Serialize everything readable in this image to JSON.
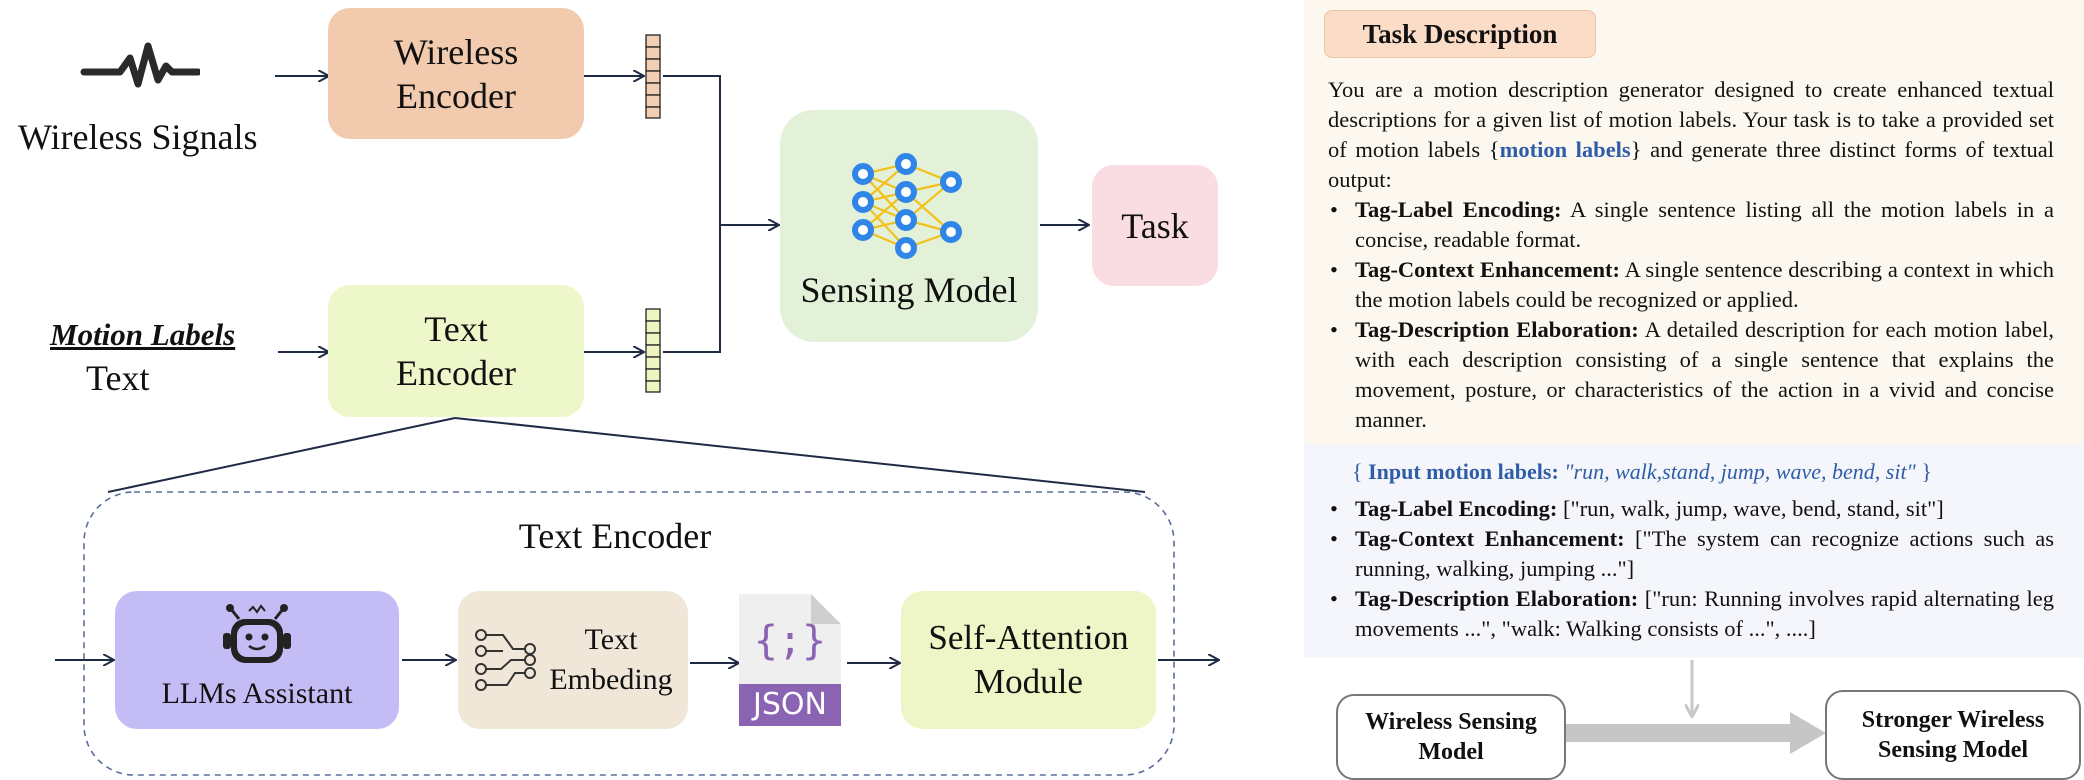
{
  "left": {
    "wireless_signals_label": "Wireless Signals",
    "wireless_encoder": [
      "Wireless",
      "Encoder"
    ],
    "motion_labels_label": "Motion Labels",
    "text_label": "Text",
    "text_encoder": [
      "Text",
      "Encoder"
    ],
    "sensing_model_label": "Sensing Model",
    "task_label": "Task",
    "text_encoder_group_title": "Text Encoder",
    "llm_assistant_label": "LLMs Assistant",
    "text_embedding": [
      "Text",
      "Embeding"
    ],
    "json_label": "JSON",
    "self_attention": [
      "Self-Attention",
      "Module"
    ]
  },
  "right": {
    "task_description_title": "Task Description",
    "intro_1": "You are a motion description generator designed to create enhanced textual descriptions for a given list of motion labels. Your task is to take a provided set of motion labels {",
    "intro_highlight": "motion labels",
    "intro_2": "} and generate three distinct forms of textual output:",
    "bullets": [
      {
        "head": "Tag-Label Encoding:",
        "text": " A single sentence listing all the motion labels in a concise, readable format."
      },
      {
        "head": "Tag-Context Enhancement:",
        "text": " A single sentence describing a context in which the motion labels could be recognized or applied."
      },
      {
        "head": "Tag-Description Elaboration:",
        "text": " A detailed description for each motion label, with each description consisting of a single sentence that explains the movement, posture, or characteristics of the action in a vivid and concise manner."
      }
    ],
    "input_open": "{ ",
    "input_head": "Input motion labels: ",
    "input_value": "\"run, walk,stand, jump, wave, bend, sit\"",
    "input_close": " }",
    "outputs": [
      {
        "head": "Tag-Label Encoding:",
        "text": " [\"run, walk, jump, wave, bend, stand, sit\"]"
      },
      {
        "head": "Tag-Context Enhancement:",
        "text": " [\"The system can recognize actions such as running, walking, jumping ...\"]"
      },
      {
        "head": "Tag-Description Elaboration:",
        "text": " [\"run: Running involves rapid alternating leg movements ...\",  \"walk: Walking consists of ...\", ....]"
      }
    ],
    "flow_left": [
      "Wireless Sensing",
      "Model"
    ],
    "flow_right": [
      "Stronger Wireless",
      "Sensing Model"
    ]
  },
  "colors": {
    "wireless_encoder": "#f2cbaf",
    "text_encoder": "#eef7c9",
    "sensing_model": "#e4f1d9",
    "task": "#f9dde2",
    "llm_assistant": "#c4bdf5",
    "text_embedding": "#f0e7d9",
    "self_attention": "#eef5c6",
    "json_purple": "#8a63b3",
    "panel_top": "#fdf8ef",
    "panel_bottom": "#f4f6fb",
    "task_title_bg": "#fbdcc6",
    "highlight_blue": "#2f5da8",
    "neural_blue": "#2f86e8",
    "neural_yellow": "#f2c11c"
  }
}
